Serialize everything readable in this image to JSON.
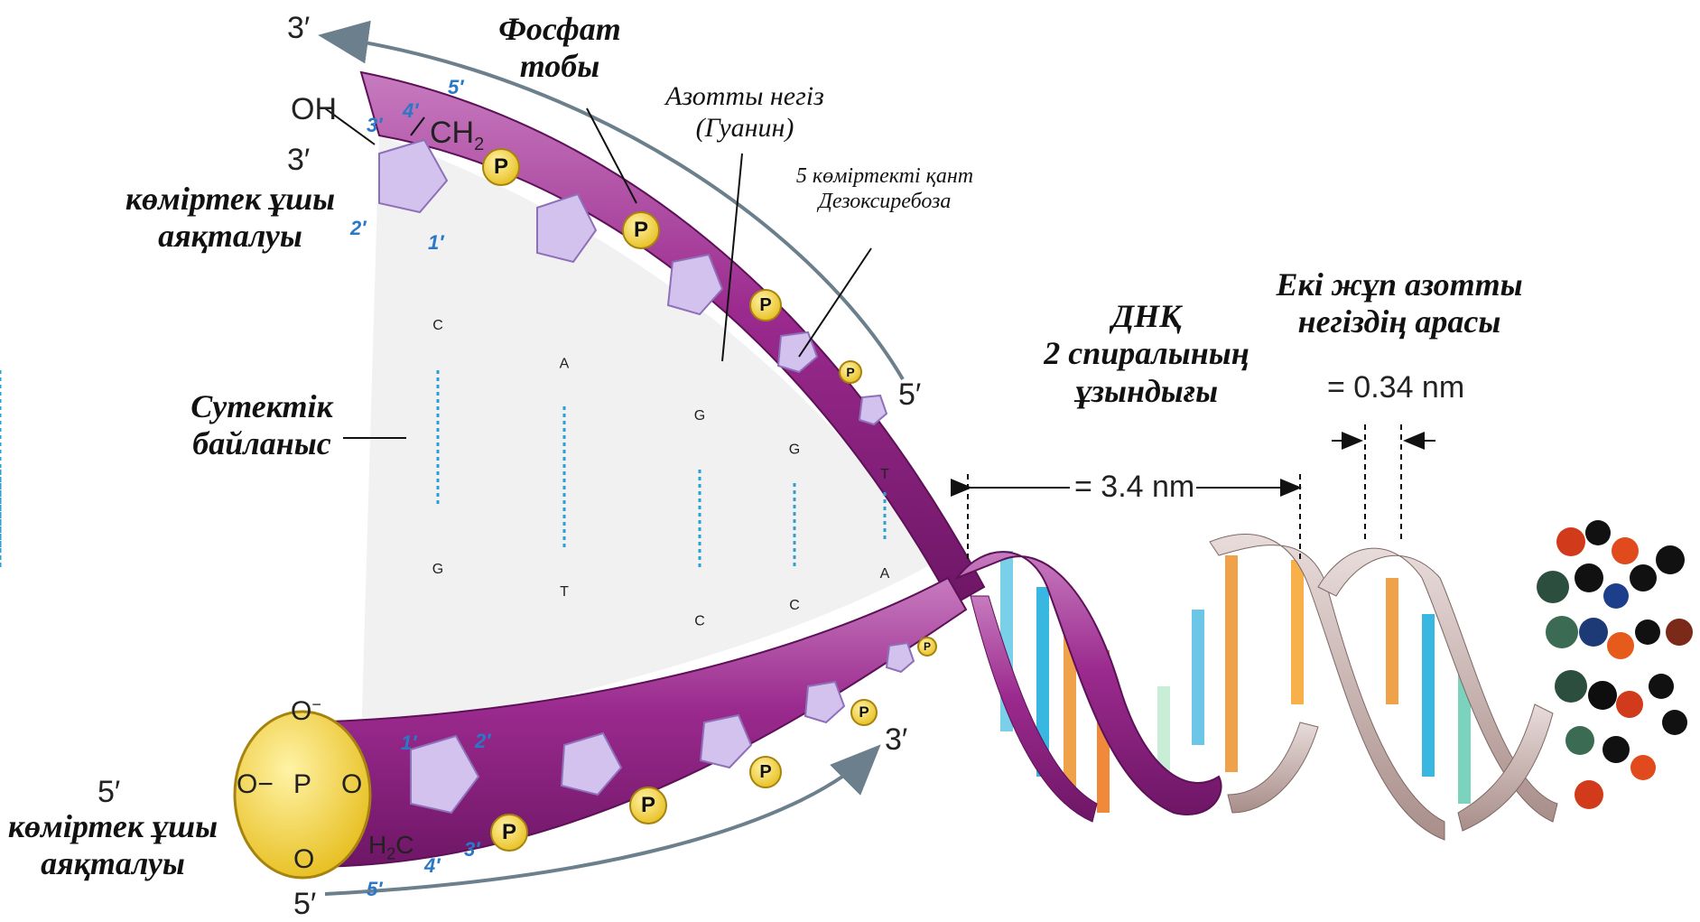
{
  "labels": {
    "phosphate_group": [
      "Фосфат",
      "тобы"
    ],
    "nitrogen_base": [
      "Азотты негіз",
      "(Гуанин)"
    ],
    "sugar": [
      "5 көміртекті қант",
      "Дезоксиребоза"
    ],
    "hydrogen_bond": [
      "Сутектік",
      "байланыс"
    ],
    "three_prime_end": [
      "көміртек ұшы",
      "аяқталуы"
    ],
    "five_prime_end": [
      "көміртек ұшы",
      "аяқталуы"
    ],
    "helix_length": [
      "ДНҚ",
      "2 спиралының",
      "ұзындығы"
    ],
    "pair_distance": [
      "Екі жұп азотты",
      "негіздің арасы"
    ]
  },
  "measurements": {
    "helix_length_value": "= 3.4 nm",
    "pair_distance_value": "= 0.34 nm"
  },
  "end_marks": {
    "three_prime": "3′",
    "five_prime": "5′"
  },
  "atoms": {
    "oh": "OH",
    "ch2": "CH",
    "ch2_sub": "2",
    "h2c_sub": "2",
    "h2c": "C",
    "h_left": "H",
    "phosphate_o_top": "O",
    "phosphate_o_minus_top": "−",
    "phosphate_left": "O−",
    "phosphate_p": "P",
    "phosphate_o_right": "O",
    "phosphate_o_bottom": "O",
    "p_mark": "P"
  },
  "carbon_numbers": {
    "c1": "1′",
    "c2": "2′",
    "c3": "3′",
    "c4": "4′",
    "c5": "5′"
  },
  "base_pairs": [
    {
      "top": "C",
      "bottom": "G"
    },
    {
      "top": "A",
      "bottom": "T"
    },
    {
      "top": "G",
      "bottom": "C"
    },
    {
      "top": "G",
      "bottom": "C"
    },
    {
      "top": "T",
      "bottom": "A"
    }
  ],
  "colors": {
    "backbone": "#9b2a8e",
    "backbone_light": "#c77bbf",
    "backbone_pale": "#c9b3b0",
    "sugar": "#d4c2ee",
    "phosphate": "#f4d840",
    "cytosine": "#f2d21b",
    "guanine": "#d8913a",
    "adenine": "#6aa33a",
    "thymine": "#b6d48e",
    "hbond": "#2aa1d6",
    "arrow": "#6b7f8c"
  }
}
